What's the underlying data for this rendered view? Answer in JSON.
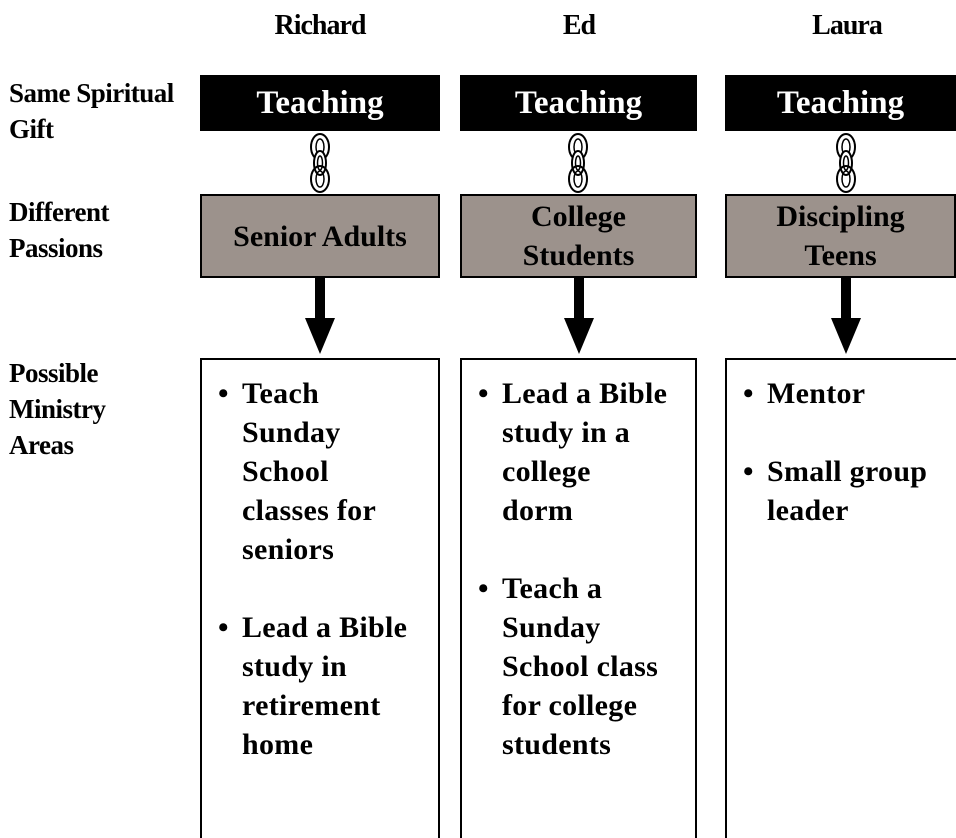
{
  "people": [
    {
      "name": "Richard",
      "gift": "Teaching",
      "passion_lines": [
        "Senior Adults"
      ],
      "ministry_items": [
        [
          "Teach",
          "Sunday",
          "School",
          "classes for",
          "seniors"
        ],
        [
          "Lead a Bible",
          "study in",
          "retirement",
          "home"
        ]
      ]
    },
    {
      "name": "Ed",
      "gift": "Teaching",
      "passion_lines": [
        "College",
        "Students"
      ],
      "ministry_items": [
        [
          "Lead a Bible",
          "study in a",
          "college",
          "dorm"
        ],
        [
          "Teach a",
          "Sunday",
          "School class",
          "for college",
          "students"
        ]
      ]
    },
    {
      "name": "Laura",
      "gift": "Teaching",
      "passion_lines": [
        "Discipling",
        "Teens"
      ],
      "ministry_items": [
        [
          "Mentor"
        ],
        [
          "Small group",
          "leader"
        ]
      ]
    }
  ],
  "row_labels": {
    "gift": [
      "Same Spiritual",
      "Gift"
    ],
    "passion": [
      "Different",
      "Passions"
    ],
    "ministry": [
      "Possible",
      "Ministry",
      "Areas"
    ]
  },
  "bullet_char": "•",
  "colors": {
    "gift_box": "#000000",
    "gift_text": "#ffffff",
    "passion_box": "#9c928c"
  }
}
